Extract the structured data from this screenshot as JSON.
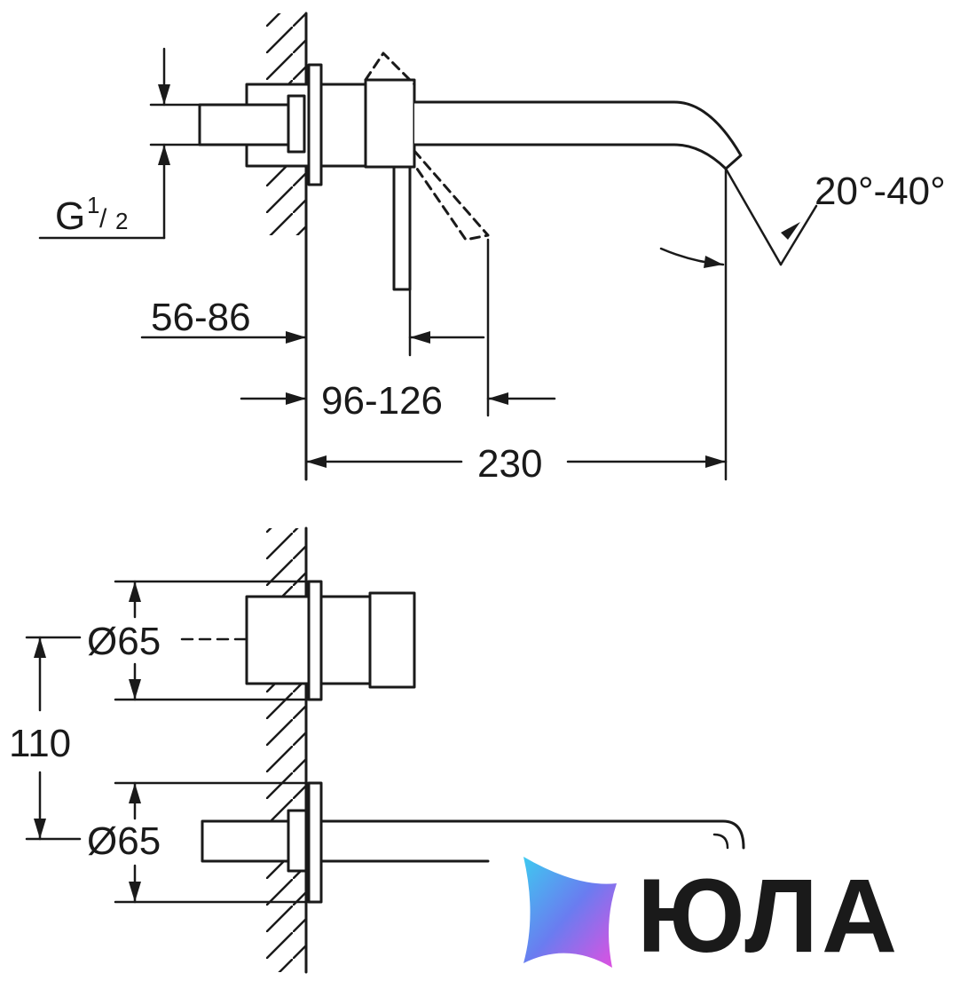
{
  "dimensions": {
    "thread": "G",
    "thread_num": "1",
    "thread_den": "2",
    "wall_depth": "56-86",
    "lever_offset": "96-126",
    "spout_length": "230",
    "spout_angle": "20°-40°",
    "diameter_top": "Ø65",
    "diameter_bottom": "Ø65",
    "center_distance": "110"
  },
  "watermark": {
    "text": "ЮЛА"
  },
  "colors": {
    "line": "#1a1a1a",
    "background": "#ffffff"
  }
}
